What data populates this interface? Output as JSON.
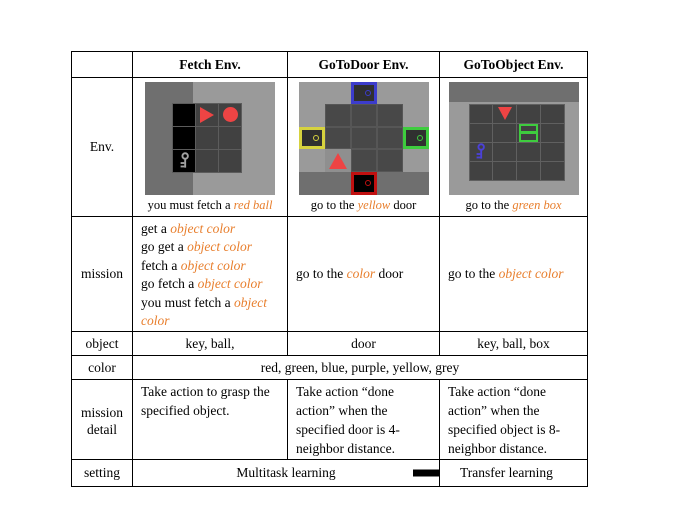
{
  "colors": {
    "orange": "#e87e2c",
    "item_red": "#ee4444",
    "grey_key": "#a2a2a2",
    "blue_key": "#4b41d8",
    "door_yellow": "#d6d23e",
    "door_green": "#3ecc3e",
    "door_blue": "#3c3ccc",
    "door_red": "#c01010",
    "wall_light": "#9a9a9a",
    "wall_dark": "#6f6f6f",
    "cell_dark": "#414141",
    "cell_door": "#484848",
    "agent_cell": "#8f8f8f",
    "line": "#5c5c5c"
  },
  "header": {
    "cols": [
      "Fetch Env.",
      "GoToDoor Env.",
      "GoToObject Env."
    ]
  },
  "rows": {
    "env": {
      "label": "Env.",
      "captions": [
        [
          {
            "t": "you must fetch a "
          },
          {
            "t": "red ball",
            "em": true
          }
        ],
        [
          {
            "t": "go to the "
          },
          {
            "t": "yellow",
            "em": true
          },
          {
            "t": " door"
          }
        ],
        [
          {
            "t": "go to the "
          },
          {
            "t": "green box",
            "em": true
          }
        ]
      ]
    },
    "mission": {
      "label": "mission",
      "fetch_lines": [
        [
          {
            "t": "get a "
          },
          {
            "t": "object color",
            "em": true
          }
        ],
        [
          {
            "t": "go get a "
          },
          {
            "t": "object color",
            "em": true
          }
        ],
        [
          {
            "t": "fetch a "
          },
          {
            "t": "object color",
            "em": true
          }
        ],
        [
          {
            "t": "go fetch a "
          },
          {
            "t": "object color",
            "em": true
          }
        ],
        [
          {
            "t": "you must fetch a "
          },
          {
            "t": "object color",
            "em": true
          }
        ]
      ],
      "door": [
        {
          "t": "go to the "
        },
        {
          "t": "color",
          "em": true
        },
        {
          "t": " door"
        }
      ],
      "object": [
        {
          "t": "go to the "
        },
        {
          "t": "object color",
          "em": true
        }
      ]
    },
    "object": {
      "label": "object",
      "values": [
        "key, ball,",
        "door",
        "key, ball, box"
      ]
    },
    "color": {
      "label": "color",
      "value": "red, green, blue, purple, yellow, grey"
    },
    "detail": {
      "label": "mission detail",
      "values": [
        "Take action to grasp the specified object.",
        "Take action “done action” when the specified door is 4-neighbor distance.",
        "Take action “done action” when the specified object is 8-neighbor distance."
      ]
    },
    "setting": {
      "label": "setting",
      "left": "Multitask learning",
      "right": "Transfer learning"
    }
  }
}
